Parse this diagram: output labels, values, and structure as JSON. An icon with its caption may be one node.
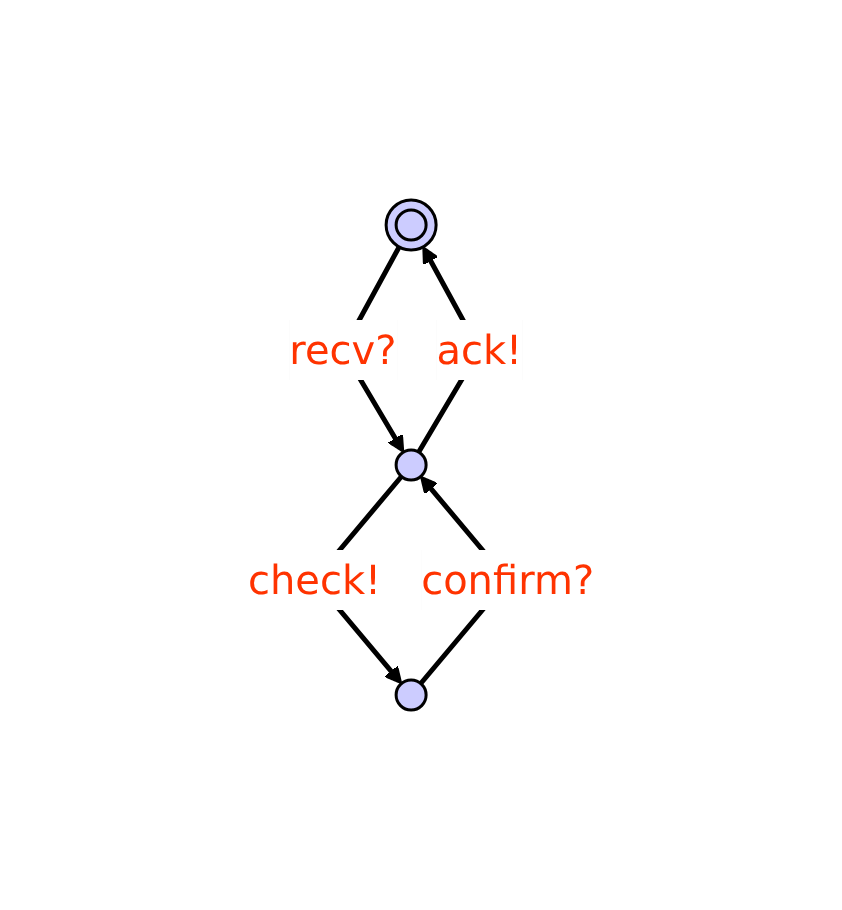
{
  "diagram": {
    "nodes": [
      {
        "text": [],
        "shape": "circle"
      },
      {
        "text": [],
        "shape": "circle"
      },
      {
        "text": [],
        "shape": "circle"
      }
    ],
    "edges": [
      {
        "from": 0,
        "to": 1,
        "arrow": "to",
        "label": "recv?"
      },
      {
        "from": 1,
        "to": 0,
        "arrow": "to",
        "label": "ack!"
      },
      {
        "from": 1,
        "to": 2,
        "arrow": "to",
        "label": "check!"
      },
      {
        "from": 2,
        "to": 1,
        "arrow": "to",
        "label": "confirm?"
      }
    ]
  }
}
